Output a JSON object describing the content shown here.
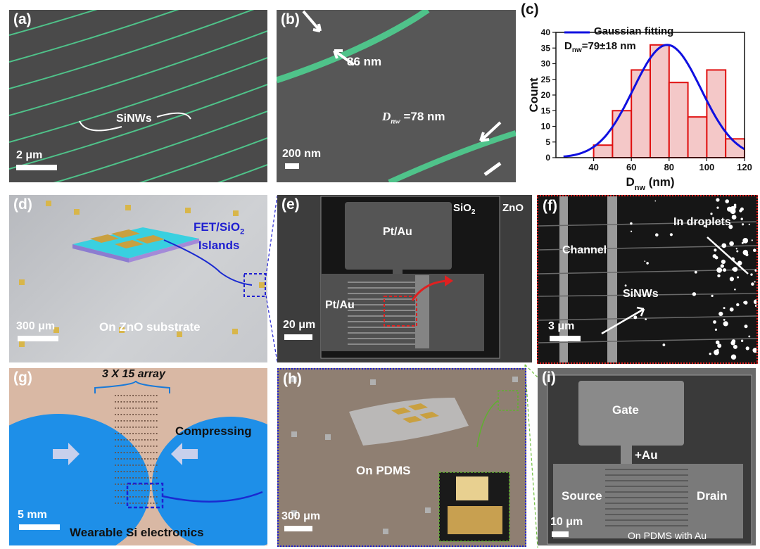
{
  "panels": {
    "a": {
      "label": "(a)",
      "annotation": "SiNWs",
      "scale": "2 μm"
    },
    "b": {
      "label": "(b)",
      "width_label": "86 nm",
      "dnw_label": "D",
      "dnw_sub": "nw",
      "dnw_value": " =78 nm",
      "scale": "200 nm"
    },
    "c": {
      "label": "(c)",
      "legend": "Gaussian fitting",
      "stat_prefix": "D",
      "stat_sub": "nw",
      "stat_value": "=79±18 nm"
    },
    "d": {
      "label": "(d)",
      "islands_line1": "FET/SiO",
      "islands_sub": "2",
      "islands_line2": "Islands",
      "substrate": "On ZnO substrate",
      "scale": "300 μm"
    },
    "e": {
      "label": "(e)",
      "sio2": "SiO",
      "sio2_sub": "2",
      "zno": "ZnO",
      "pad_top": "Pt/Au",
      "pad_left": "Pt/Au",
      "scale": "20 μm"
    },
    "f": {
      "label": "(f)",
      "droplets": "In droplets",
      "channel": "Channel",
      "sinws": "SiNWs",
      "scale": "3 μm"
    },
    "g": {
      "label": "(g)",
      "array": "3 X 15 array",
      "compress": "Compressing",
      "caption": "Wearable Si electronics",
      "scale": "5 mm"
    },
    "h": {
      "label": "(h)",
      "substrate": "On PDMS",
      "scale": "300 μm"
    },
    "i": {
      "label": "(i)",
      "gate": "Gate",
      "au": "+Au",
      "source": "Source",
      "drain": "Drain",
      "bottom": "On PDMS with Au",
      "scale": "10 μm"
    }
  },
  "colors": {
    "nanowire": "#4fc38a",
    "fit": "#1010e0",
    "bar_fill": "#f4c8c8",
    "bar_edge": "#e01010",
    "blue_box": "#2020d0",
    "red_box": "#e02020",
    "glove": "#1e8fe8"
  },
  "chart_data": {
    "type": "bar",
    "title": "",
    "xlabel": "D_nw (nm)",
    "ylabel": "Count",
    "xlim": [
      20,
      120
    ],
    "ylim": [
      0,
      40
    ],
    "xticks": [
      40,
      60,
      80,
      100,
      120
    ],
    "yticks": [
      0,
      5,
      10,
      15,
      20,
      25,
      30,
      35,
      40
    ],
    "bin_width": 10,
    "bins": [
      {
        "x": 45,
        "y": 4
      },
      {
        "x": 55,
        "y": 15
      },
      {
        "x": 65,
        "y": 28
      },
      {
        "x": 75,
        "y": 36
      },
      {
        "x": 85,
        "y": 24
      },
      {
        "x": 95,
        "y": 13
      },
      {
        "x": 105,
        "y": 28
      },
      {
        "x": 115,
        "y": 6
      }
    ],
    "fit": {
      "name": "Gaussian fitting",
      "mean": 79,
      "sigma": 18,
      "peak": 36
    }
  }
}
